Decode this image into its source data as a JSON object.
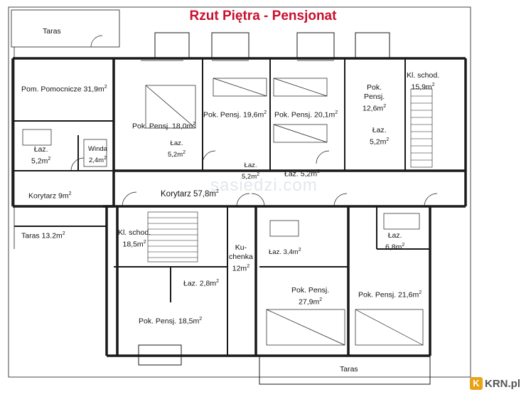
{
  "title": "Rzut Piętra - Pensjonat",
  "watermark": "sasiedzi.com",
  "logo": {
    "mark": "K",
    "text": "KRN.pl"
  },
  "colors": {
    "title": "#c8102e",
    "walls": "#1a1a1a",
    "logo_accent": "#e8a317"
  },
  "rooms": {
    "taras_top": {
      "name": "Taras"
    },
    "pom_pomoc": {
      "name": "Pom. Pomocnicze 31,9m",
      "sup": "2"
    },
    "lazienka_a": {
      "name": "Łaz.",
      "area": "5,2m",
      "sup": "2"
    },
    "winda": {
      "name": "Winda",
      "area": "2,4m",
      "sup": "2"
    },
    "korytarz_9": {
      "name": "Korytarz 9m",
      "sup": "2"
    },
    "taras_13": {
      "name": "Taras 13.2m",
      "sup": "2"
    },
    "pok_18_0": {
      "name": "Pok. Pensj. 18,0m",
      "sup": "2"
    },
    "lazienka_b": {
      "name": "Łaz.",
      "area": "5,2m",
      "sup": "2"
    },
    "pok_19_6": {
      "name": "Pok. Pensj. 19,6m",
      "sup": "2"
    },
    "lazienka_c": {
      "name": "Łaz.",
      "area": "5,2m",
      "sup": "2"
    },
    "pok_20_1": {
      "name": "Pok. Pensj. 20,1m",
      "sup": "2"
    },
    "lazienka_d": {
      "name": "Łaz. 5,2m",
      "sup": "2"
    },
    "pok_12_6": {
      "name": "Pok.",
      "name2": "Pensj.",
      "area": "12,6m",
      "sup": "2"
    },
    "lazienka_e": {
      "name": "Łaz.",
      "area": "5,2m",
      "sup": "2"
    },
    "kl_schod_a": {
      "name": "Kl. schod.",
      "area": "15,9m",
      "sup": "2"
    },
    "korytarz_57": {
      "name": "Korytarz 57,8m",
      "sup": "2"
    },
    "kl_schod_b": {
      "name": "Kl. schod.",
      "area": "18,5m",
      "sup": "2"
    },
    "kuchenka": {
      "name": "Ku-",
      "name2": "chenka",
      "area": "12m",
      "sup": "2"
    },
    "lazienka_f": {
      "name": "Łaz. 3,4m",
      "sup": "2"
    },
    "lazienka_g": {
      "name": "Łaz.",
      "area": "6,8m",
      "sup": "2"
    },
    "lazienka_h": {
      "name": "Łaz. 2,8m",
      "sup": "2"
    },
    "pok_27_9": {
      "name": "Pok. Pensj.",
      "area": "27,9m",
      "sup": "2"
    },
    "pok_21_6": {
      "name": "Pok. Pensj. 21,6m",
      "sup": "2"
    },
    "pok_18_5": {
      "name": "Pok. Pensj. 18,5m",
      "sup": "2"
    },
    "taras_bottom": {
      "name": "Taras"
    }
  }
}
